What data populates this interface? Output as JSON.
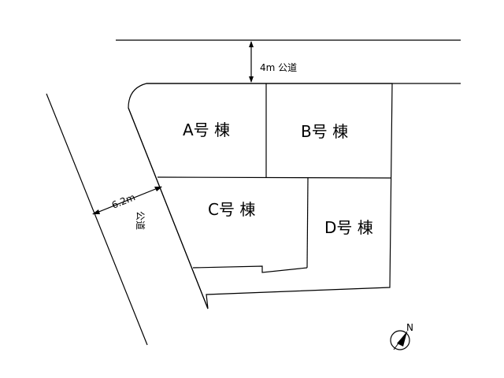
{
  "roads": {
    "north_road_label": "4m 公道",
    "west_road_width": "6.2m",
    "west_road_kind": "公道"
  },
  "lots": [
    {
      "id": "A",
      "label": "A号 棟"
    },
    {
      "id": "B",
      "label": "B号 棟"
    },
    {
      "id": "C",
      "label": "C号 棟"
    },
    {
      "id": "D",
      "label": "D号 棟"
    }
  ],
  "compass": {
    "north_label": "N"
  }
}
